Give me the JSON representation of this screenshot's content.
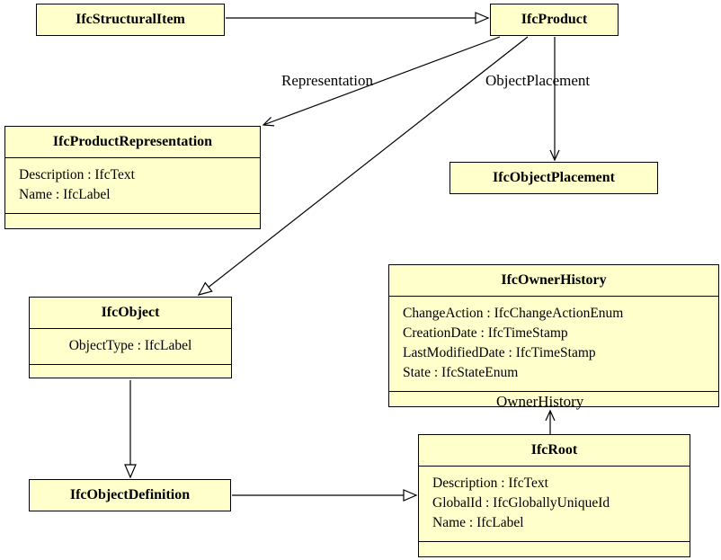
{
  "classes": {
    "ifc_structural_item": {
      "title": "IfcStructuralItem"
    },
    "ifc_product": {
      "title": "IfcProduct"
    },
    "ifc_product_representation": {
      "title": "IfcProductRepresentation",
      "attributes": [
        "Description : IfcText",
        "Name : IfcLabel"
      ]
    },
    "ifc_object_placement": {
      "title": "IfcObjectPlacement"
    },
    "ifc_owner_history": {
      "title": "IfcOwnerHistory",
      "attributes": [
        "ChangeAction : IfcChangeActionEnum",
        "CreationDate : IfcTimeStamp",
        "LastModifiedDate : IfcTimeStamp",
        "State : IfcStateEnum"
      ]
    },
    "ifc_object": {
      "title": "IfcObject",
      "attributes": [
        "ObjectType : IfcLabel"
      ]
    },
    "ifc_object_definition": {
      "title": "IfcObjectDefinition"
    },
    "ifc_root": {
      "title": "IfcRoot",
      "attributes": [
        "Description : IfcText",
        "GlobalId : IfcGloballyUniqueId",
        "Name : IfcLabel"
      ]
    }
  },
  "edge_labels": {
    "representation": "Representation",
    "object_placement": "ObjectPlacement",
    "owner_history": "OwnerHistory"
  },
  "colors": {
    "box_fill": "#FFFFCC",
    "box_border": "#000000",
    "background": "#FFFFFF"
  }
}
